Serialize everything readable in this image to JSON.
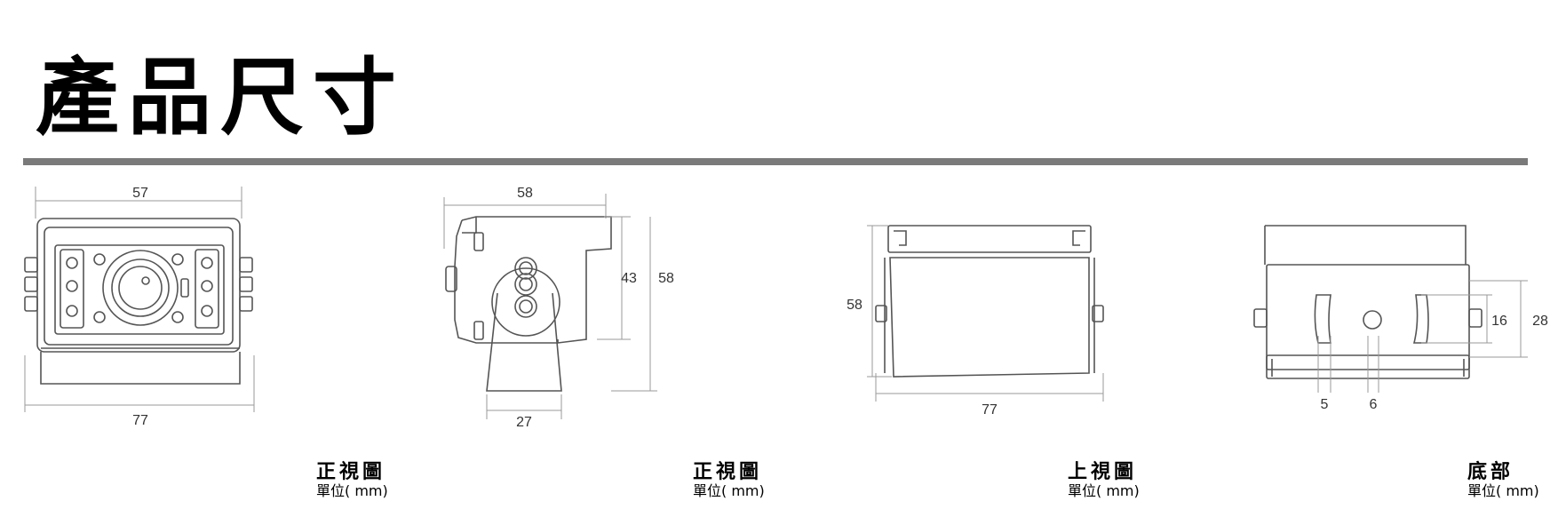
{
  "page": {
    "title": "產品尺寸"
  },
  "views": [
    {
      "caption": "正視圖",
      "unit": "單位( mm)",
      "dims": {
        "top": "57",
        "bottom": "77"
      }
    },
    {
      "caption": "正視圖",
      "unit": "單位( mm)",
      "dims": {
        "top": "58",
        "right_inner": "43",
        "right_outer": "58",
        "bottom": "27"
      }
    },
    {
      "caption": "上視圖",
      "unit": "單位( mm)",
      "dims": {
        "left": "58",
        "bottom": "77"
      }
    },
    {
      "caption": "底部",
      "unit": "單位( mm)",
      "dims": {
        "right_inner": "16",
        "right_outer": "28",
        "bottom_left": "5",
        "bottom_right": "6"
      }
    }
  ]
}
